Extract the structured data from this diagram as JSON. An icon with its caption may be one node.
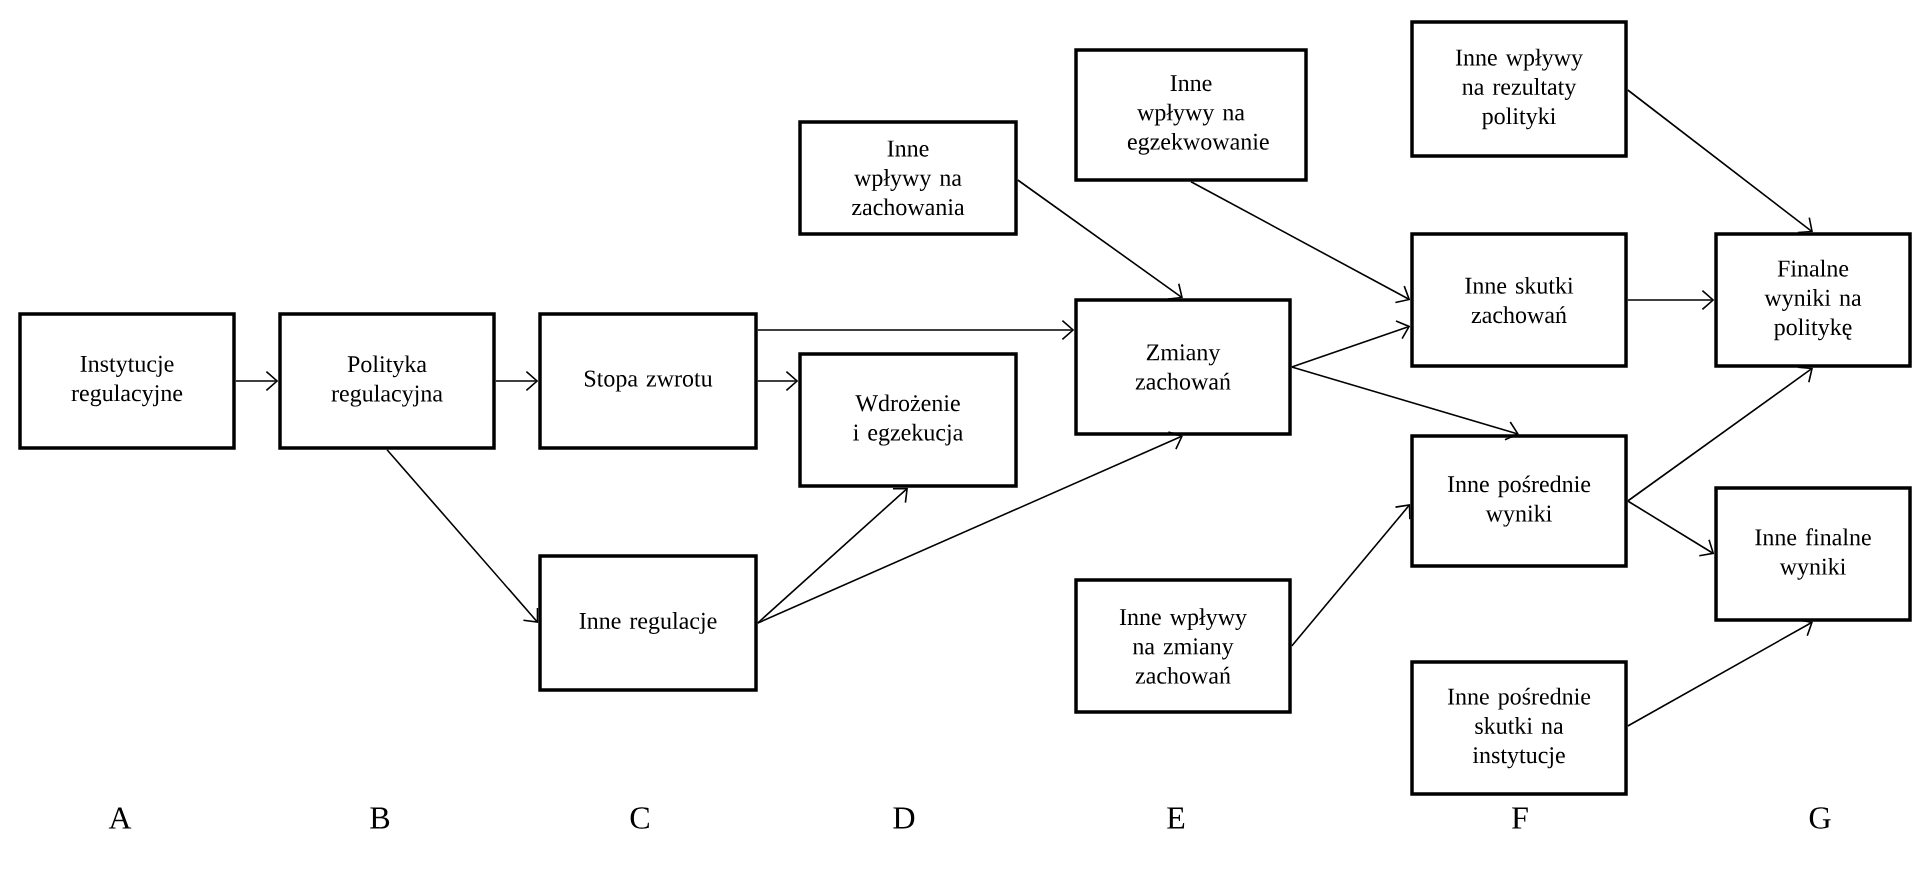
{
  "diagram": {
    "nodes": [
      {
        "text": [
          "Instytucje regulacyjne"
        ]
      },
      {
        "text": [
          "Polityka regulacyjna"
        ]
      },
      {
        "text": [
          "Stopa zwrotu"
        ]
      },
      {
        "text": [
          "Inne regulacje"
        ]
      },
      {
        "text": [
          "Inne wpływy na zachowania"
        ]
      },
      {
        "text": [
          "Wdrożenie i egzekucja"
        ]
      },
      {
        "text": [
          "Inne wpływy na egzekwowanie"
        ]
      },
      {
        "text": [
          "Zmiany zachowań"
        ]
      },
      {
        "text": [
          "Inne wpływy na zmiany zachowań"
        ]
      },
      {
        "text": [
          "Inne wpływy na rezultaty polityki"
        ]
      },
      {
        "text": [
          "Inne skutki zachowań"
        ]
      },
      {
        "text": [
          "Inne pośrednie wyniki"
        ]
      },
      {
        "text": [
          "Inne pośrednie skutki na instytucje"
        ]
      },
      {
        "text": [
          "Finalne wyniki na politykę"
        ]
      },
      {
        "text": [
          "Inne finalne wyniki"
        ]
      }
    ],
    "edges": [
      {
        "from": 0,
        "to": 1,
        "arrow": "to"
      },
      {
        "from": 1,
        "to": 2,
        "arrow": "to"
      },
      {
        "from": 1,
        "to": 3,
        "arrow": "to"
      },
      {
        "from": 2,
        "to": 5,
        "arrow": "to"
      },
      {
        "from": 2,
        "to": 7,
        "arrow": "to"
      },
      {
        "from": 3,
        "to": 5,
        "arrow": "to"
      },
      {
        "from": 3,
        "to": 7,
        "arrow": "to"
      },
      {
        "from": 4,
        "to": 7,
        "arrow": "to"
      },
      {
        "from": 6,
        "to": 10,
        "arrow": "to"
      },
      {
        "from": 7,
        "to": 10,
        "arrow": "to"
      },
      {
        "from": 7,
        "to": 11,
        "arrow": "to"
      },
      {
        "from": 8,
        "to": 11,
        "arrow": "to"
      },
      {
        "from": 9,
        "to": 13,
        "arrow": "to"
      },
      {
        "from": 10,
        "to": 13,
        "arrow": "to"
      },
      {
        "from": 11,
        "to": 13,
        "arrow": "to"
      },
      {
        "from": 11,
        "to": 14,
        "arrow": "to"
      },
      {
        "from": 12,
        "to": 14,
        "arrow": "to"
      }
    ],
    "labels": [
      "A",
      "B",
      "C",
      "D",
      "E",
      "F",
      "G"
    ]
  }
}
